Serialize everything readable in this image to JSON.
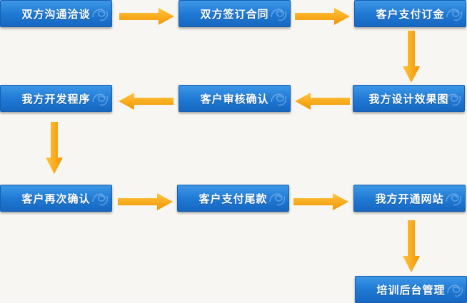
{
  "steps": [
    {
      "id": "s1",
      "label": "双方沟通洽谈"
    },
    {
      "id": "s2",
      "label": "双方签订合同"
    },
    {
      "id": "s3",
      "label": "客户支付订金"
    },
    {
      "id": "s4",
      "label": "我方设计效果图"
    },
    {
      "id": "s5",
      "label": "客户审核确认"
    },
    {
      "id": "s6",
      "label": "我方开发程序"
    },
    {
      "id": "s7",
      "label": "客户再次确认"
    },
    {
      "id": "s8",
      "label": "客户支付尾款"
    },
    {
      "id": "s9",
      "label": "我方开通网站"
    },
    {
      "id": "s10",
      "label": "培训后台管理"
    }
  ],
  "colors": {
    "box": "#1e78d3",
    "arrow": "#f5a000",
    "background": "#f7f6f2"
  }
}
